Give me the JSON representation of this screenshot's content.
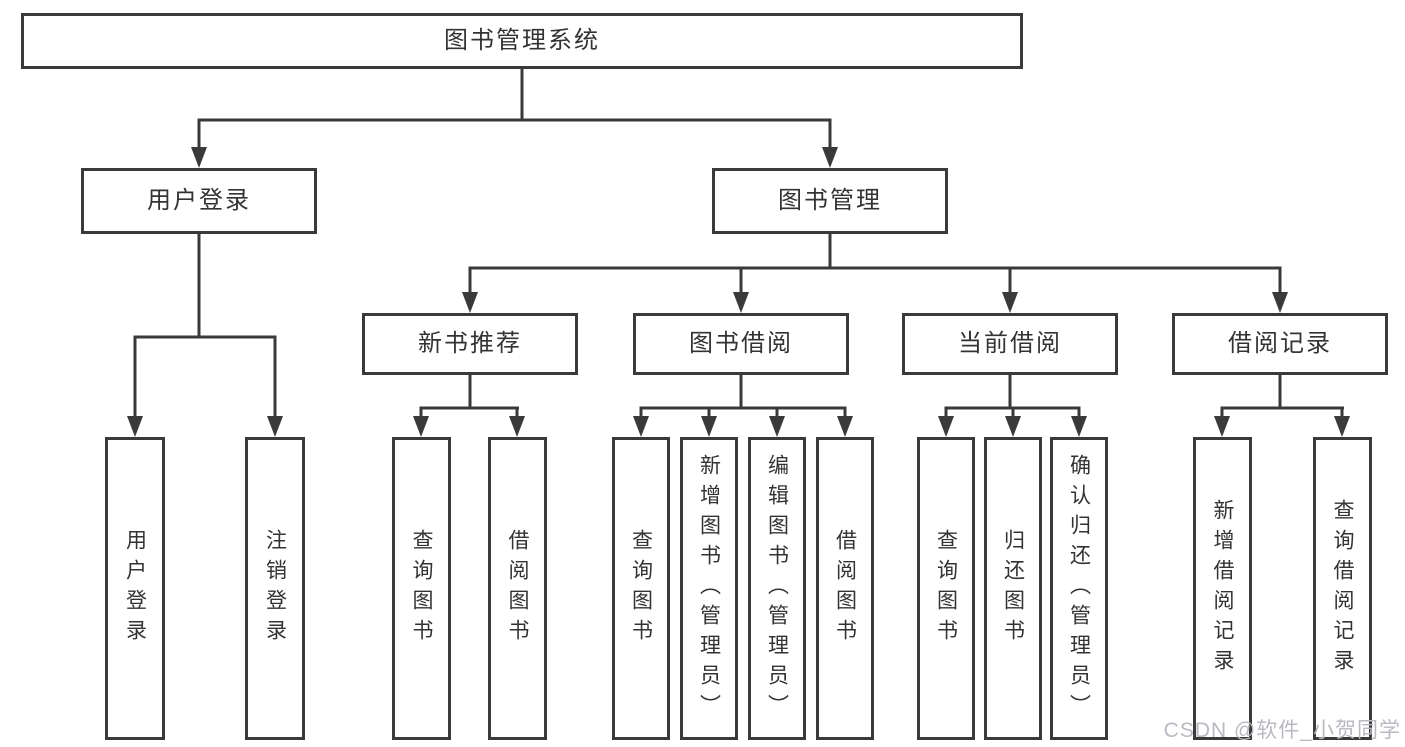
{
  "tree": {
    "root": "图书管理系统",
    "branches": [
      {
        "label": "用户登录",
        "children": [
          "用户登录",
          "注销登录"
        ]
      },
      {
        "label": "图书管理",
        "groups": [
          {
            "label": "新书推荐",
            "children": [
              "查询图书",
              "借阅图书"
            ]
          },
          {
            "label": "图书借阅",
            "children": [
              "查询图书",
              "新增图书（管理员）",
              "编辑图书（管理员）",
              "借阅图书"
            ]
          },
          {
            "label": "当前借阅",
            "children": [
              "查询图书",
              "归还图书",
              "确认归还（管理员）"
            ]
          },
          {
            "label": "借阅记录",
            "children": [
              "新增借阅记录",
              "查询借阅记录"
            ]
          }
        ]
      }
    ]
  },
  "watermark": "CSDN @软件_小贺同学",
  "colors": {
    "line": "#3a3a3a",
    "text": "#333333",
    "background": "#ffffff",
    "watermark": "#b9bac1"
  }
}
